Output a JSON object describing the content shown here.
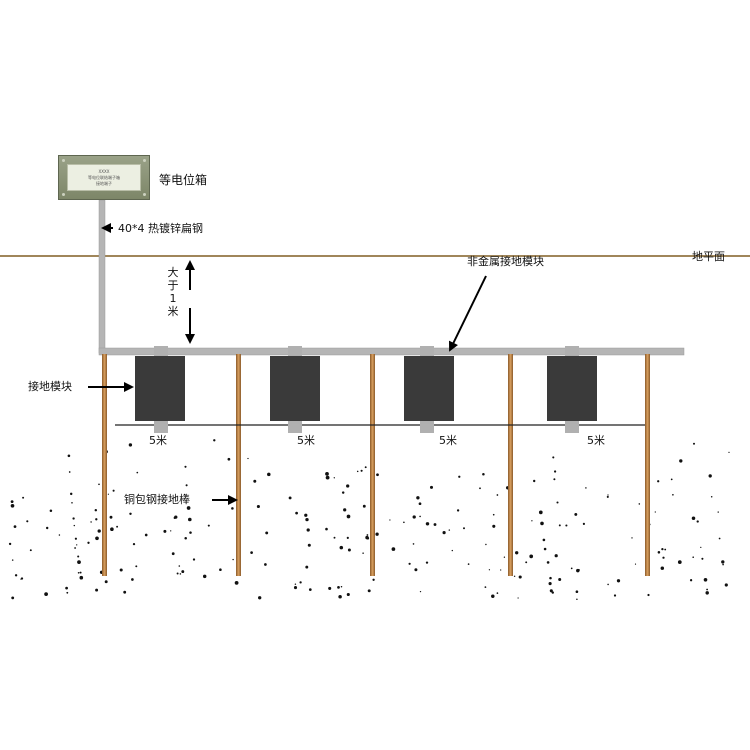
{
  "labels": {
    "equipotential_box": "等电位箱",
    "flat_steel": "40*4 热镀锌扁钢",
    "ground_level": "地平面",
    "depth": "大于1米",
    "nonmetal_module": "非金属接地模块",
    "grounding_module": "接地模块",
    "copper_rod": "铜包钢接地棒",
    "spacing": [
      "5米",
      "5米",
      "5米",
      "5米"
    ]
  },
  "box_plate": {
    "line1": "XXXX",
    "line2": "等电位联结端子箱",
    "line3": "接地端子"
  },
  "colors": {
    "ground_line": "#a0865a",
    "steel": "#b5b5b5",
    "module": "#3a3a3a",
    "rod": "#c08a4a",
    "arrow": "#000000",
    "box": "#8a9375"
  }
}
